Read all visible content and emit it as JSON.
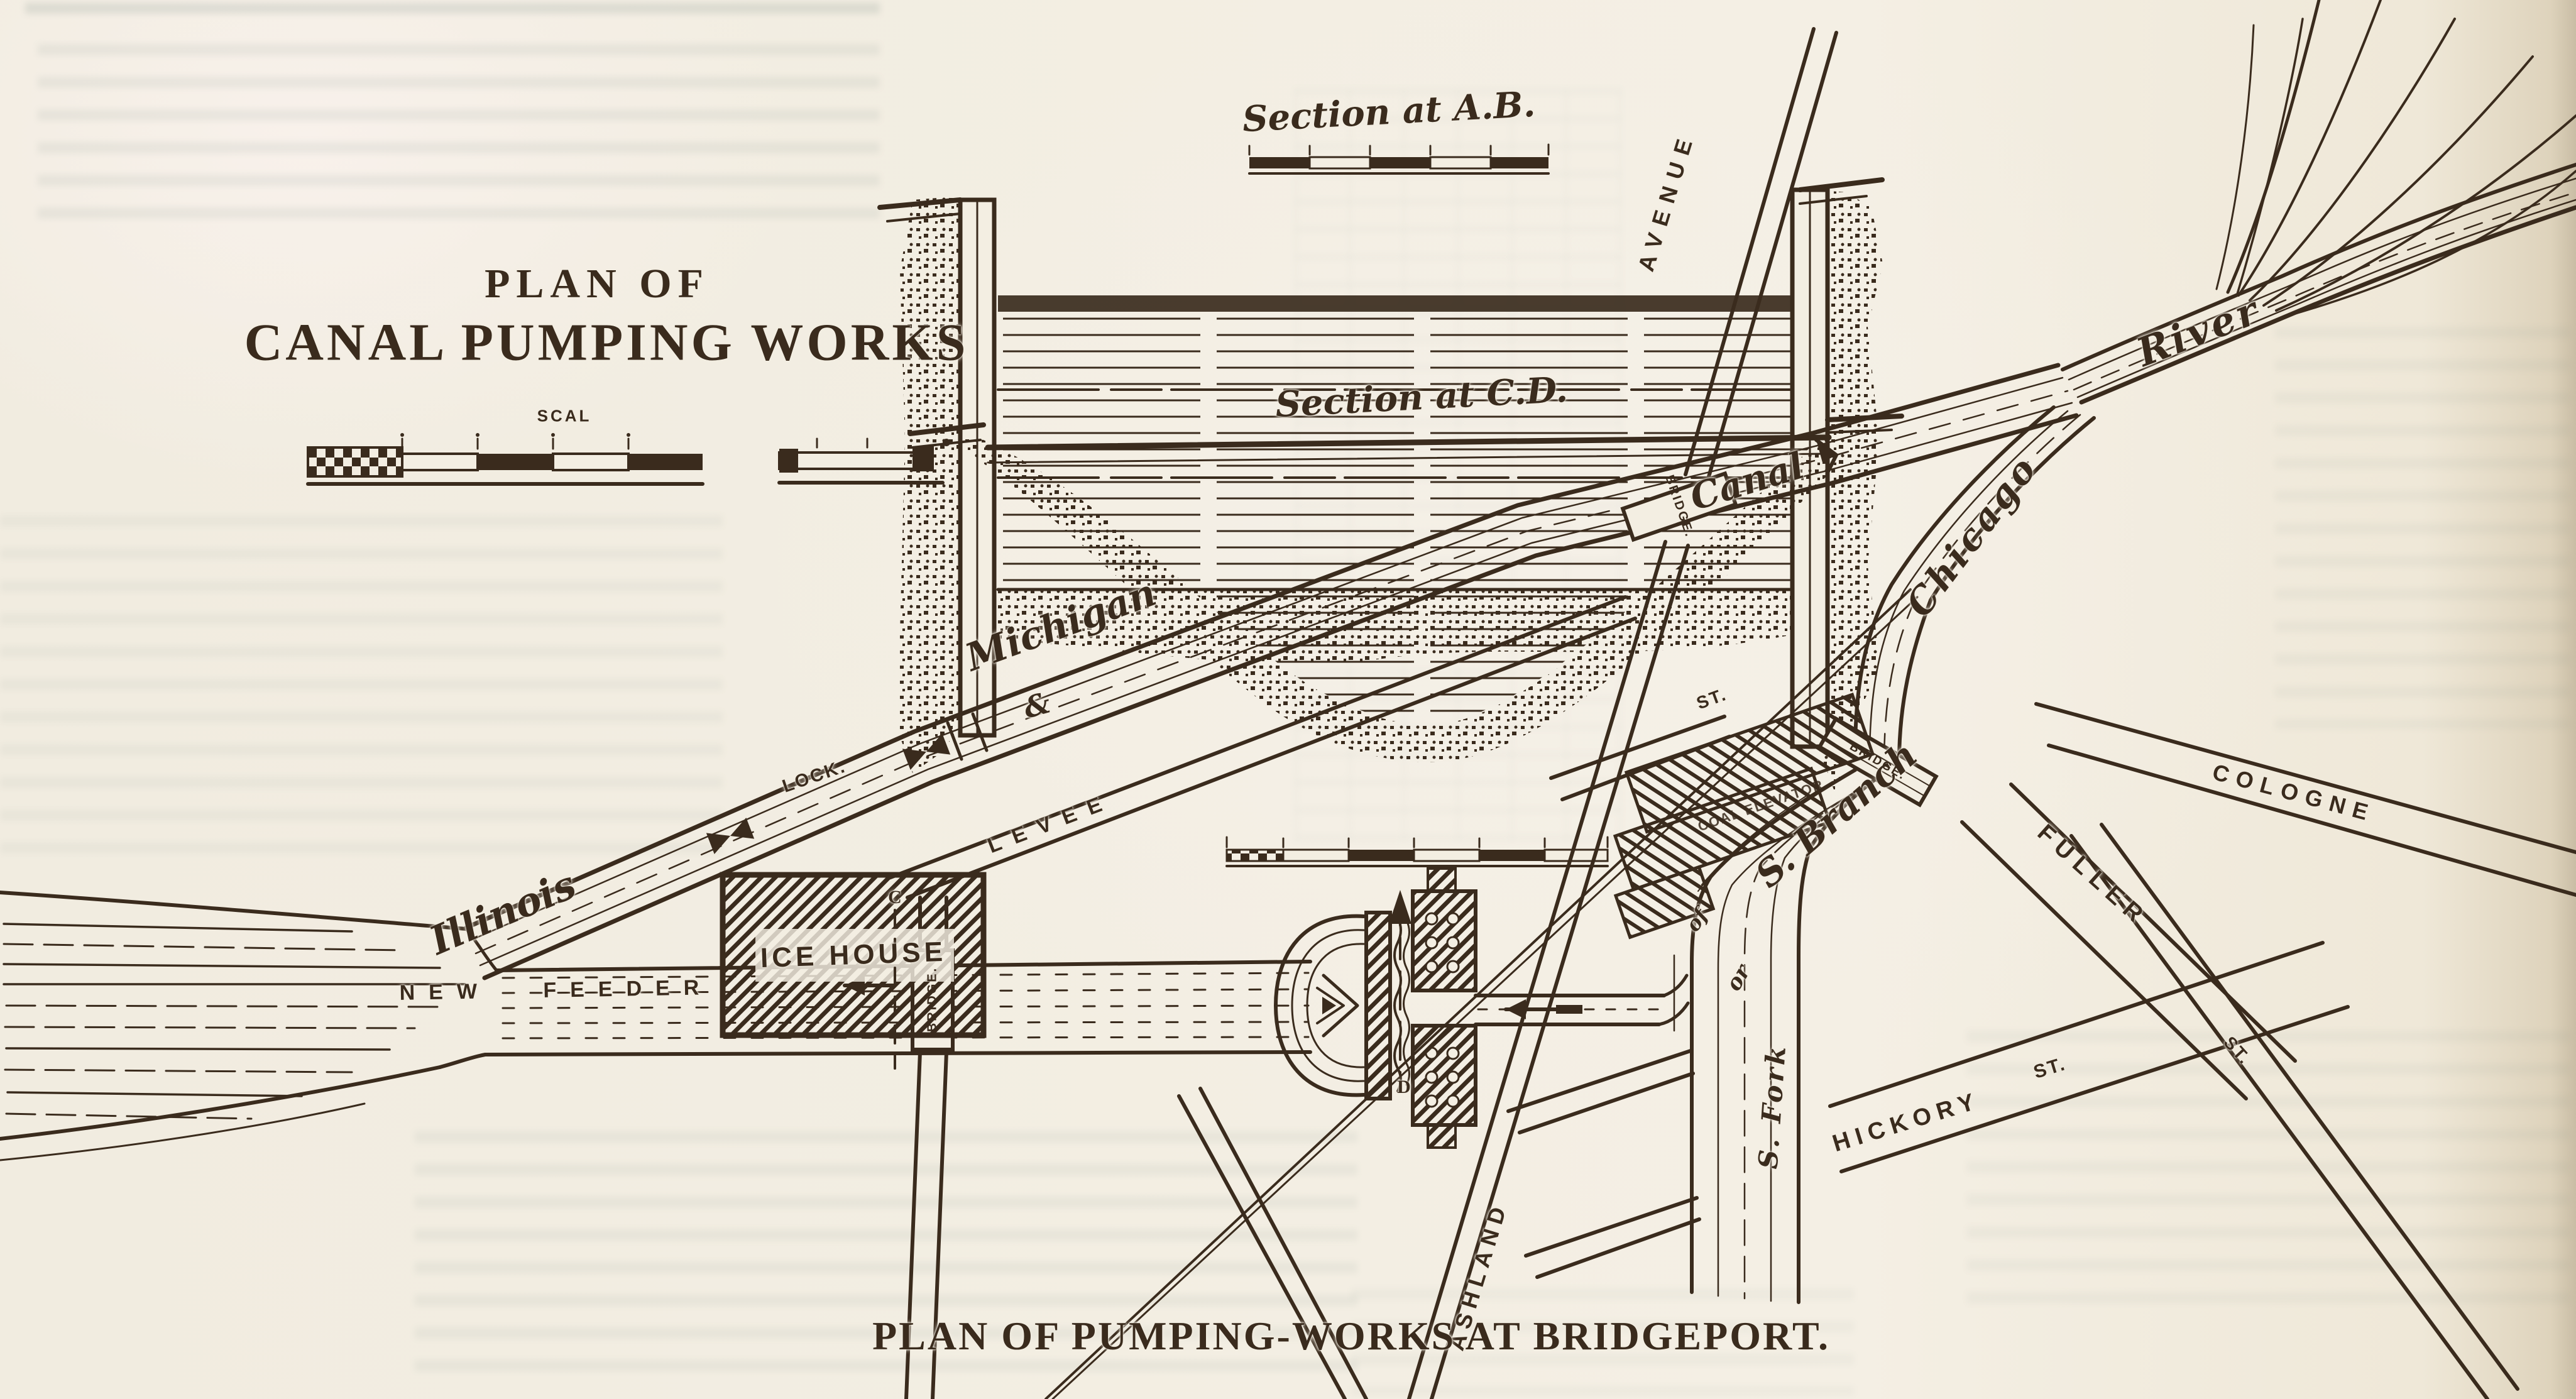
{
  "title": {
    "line1": "PLAN OF",
    "line2": "CANAL PUMPING WORKS"
  },
  "scale": {
    "label": "SCAL"
  },
  "sections": {
    "ab": "Section at A.B.",
    "cd": "Section at C.D."
  },
  "caption": "PLAN OF PUMPING-WORKS AT BRIDGEPORT.",
  "map": {
    "waterways": {
      "illinois": "Illinois",
      "ampersand": "&",
      "michigan": "Michigan",
      "canal": "Canal",
      "chicago": "Chicago",
      "river": "River",
      "s_branch": "S. Branch",
      "of": "of",
      "or": "or",
      "s_fork": "S. Fork",
      "lock": "LOCK.",
      "new_feeder": "NEW FEEDER"
    },
    "streets": {
      "avenue": "AVENUE",
      "ashland": "ASHLAND",
      "levee": "LEVEE",
      "fuller": "FULLER",
      "cologne": "COLOGNE",
      "hickory": "HICKORY",
      "hickory_st": "ST.",
      "st_upper": "ST.",
      "st_right": "ST."
    },
    "structures": {
      "ice_house": "ICE HOUSE",
      "coal_elevator": "COAL ELEVATOR"
    },
    "bridges": {
      "canal": "BRIDGE.",
      "feeder": "BRIDGE.",
      "fuller": "BRIDGE."
    },
    "section_marks": {
      "c": "C",
      "d": "D"
    }
  },
  "colors": {
    "ink": "#3a2b1d",
    "paper": "#f3eee2"
  }
}
